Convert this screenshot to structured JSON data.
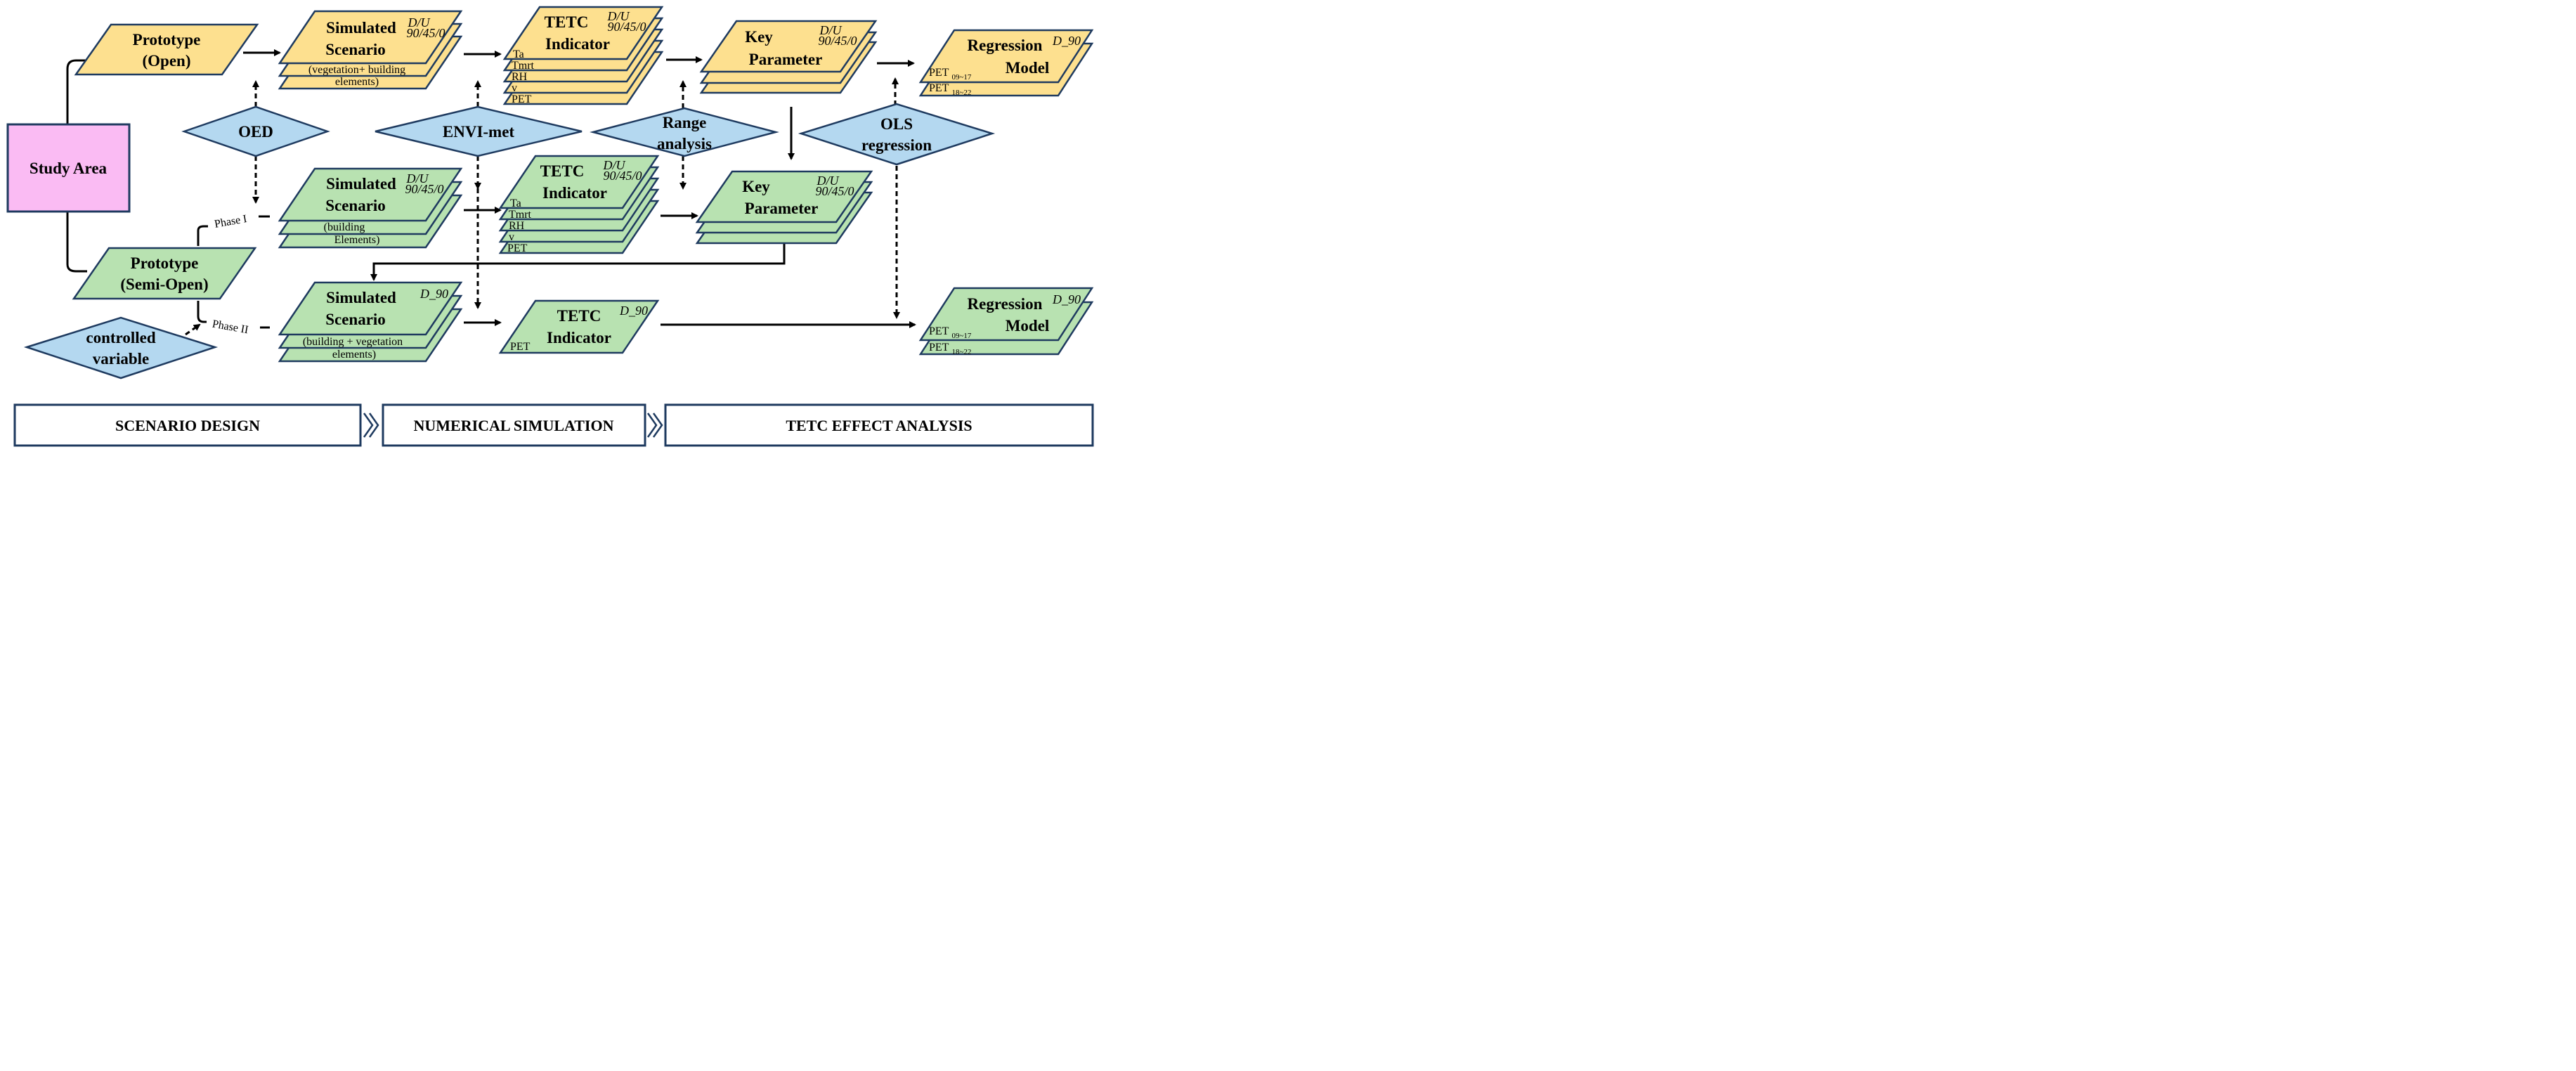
{
  "colors": {
    "yellow": "#FDE08F",
    "green": "#B8E2B1",
    "blue": "#B4D8F0",
    "pink": "#FABBF3",
    "stroke": "#1E3A5F"
  },
  "study_area": "Study Area",
  "prototype_open": [
    "Prototype",
    "(Open)"
  ],
  "prototype_semi": [
    "Prototype",
    "(Semi-Open)"
  ],
  "oed": "OED",
  "envimet": "ENVI-met",
  "range": [
    "Range",
    "analysis"
  ],
  "ols": [
    "OLS",
    "regression"
  ],
  "controlled": [
    "controlled",
    "variable"
  ],
  "phase1": "Phase I",
  "phase2": "Phase II",
  "sim_top": {
    "title": [
      "Simulated",
      "Scenario"
    ],
    "tag": [
      "D/U",
      "90/45/0"
    ],
    "desc": [
      "(vegetation+ building",
      "elements)"
    ]
  },
  "sim_mid": {
    "title": [
      "Simulated",
      "Scenario"
    ],
    "tag": [
      "D/U",
      "90/45/0"
    ],
    "desc": [
      "(building",
      "Elements)"
    ]
  },
  "sim_bot": {
    "title": [
      "Simulated",
      "Scenario"
    ],
    "tag": [
      "D_90"
    ],
    "desc": [
      "(building + vegetation",
      "elements)"
    ]
  },
  "tetc_top": {
    "title": [
      "TETC",
      "Indicator"
    ],
    "tag": [
      "D/U",
      "90/45/0"
    ],
    "vars": [
      "Ta",
      "Tmrt",
      "RH",
      "v",
      "PET"
    ]
  },
  "tetc_mid": {
    "title": [
      "TETC",
      "Indicator"
    ],
    "tag": [
      "D/U",
      "90/45/0"
    ],
    "vars": [
      "Ta",
      "Tmrt",
      "RH",
      "v",
      "PET"
    ]
  },
  "tetc_bot": {
    "title": [
      "TETC",
      "Indicator"
    ],
    "tag": [
      "D_90"
    ],
    "vars": [
      "PET"
    ]
  },
  "key_top": {
    "title": [
      "Key",
      "Parameter"
    ],
    "tag": [
      "D/U",
      "90/45/0"
    ]
  },
  "key_mid": {
    "title": [
      "Key",
      "Parameter"
    ],
    "tag": [
      "D/U",
      "90/45/0"
    ]
  },
  "reg_top": {
    "title": [
      "Regression",
      "Model"
    ],
    "tag": [
      "D_90"
    ],
    "pet1": [
      "PET",
      "09~17"
    ],
    "pet2": [
      "PET",
      "18~22"
    ]
  },
  "reg_bot": {
    "title": [
      "Regression",
      "Model"
    ],
    "tag": [
      "D_90"
    ],
    "pet1": [
      "PET",
      "09~17"
    ],
    "pet2": [
      "PET",
      "18~22"
    ]
  },
  "footer": [
    "SCENARIO DESIGN",
    "NUMERICAL SIMULATION",
    "TETC EFFECT ANALYSIS"
  ]
}
